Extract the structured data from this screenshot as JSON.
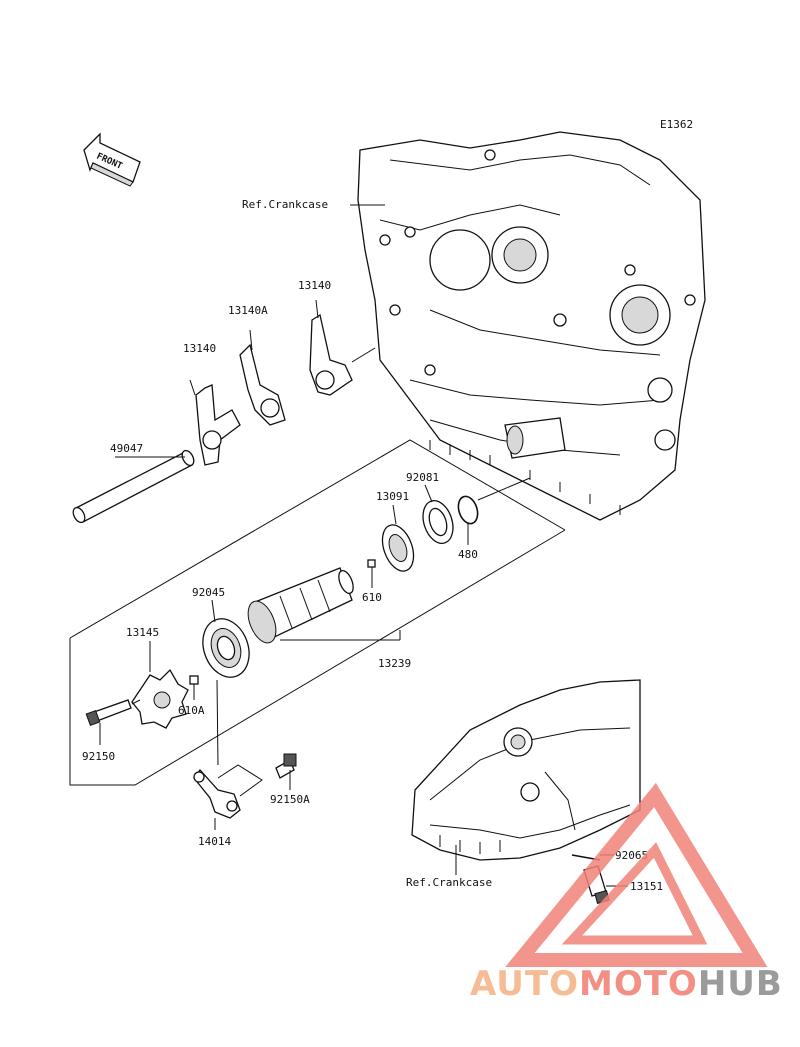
{
  "diagram": {
    "code": "E1362",
    "front_label": "FRONT",
    "ref_labels": [
      "Ref.Crankcase",
      "Ref.Crankcase"
    ],
    "parts": [
      "13140",
      "13140A",
      "13140",
      "49047",
      "92081",
      "13091",
      "480",
      "610",
      "92045",
      "13145",
      "610A",
      "13239",
      "92150",
      "92150A",
      "14014",
      "92065",
      "13151"
    ]
  },
  "watermark": {
    "part1": "AUTO",
    "part2": "MOTO",
    "part3": "HUB",
    "colors": {
      "auto": "#f4b183",
      "moto": "#f07d72",
      "hub": "#8a8a8a",
      "triangle": "#f08378"
    }
  }
}
